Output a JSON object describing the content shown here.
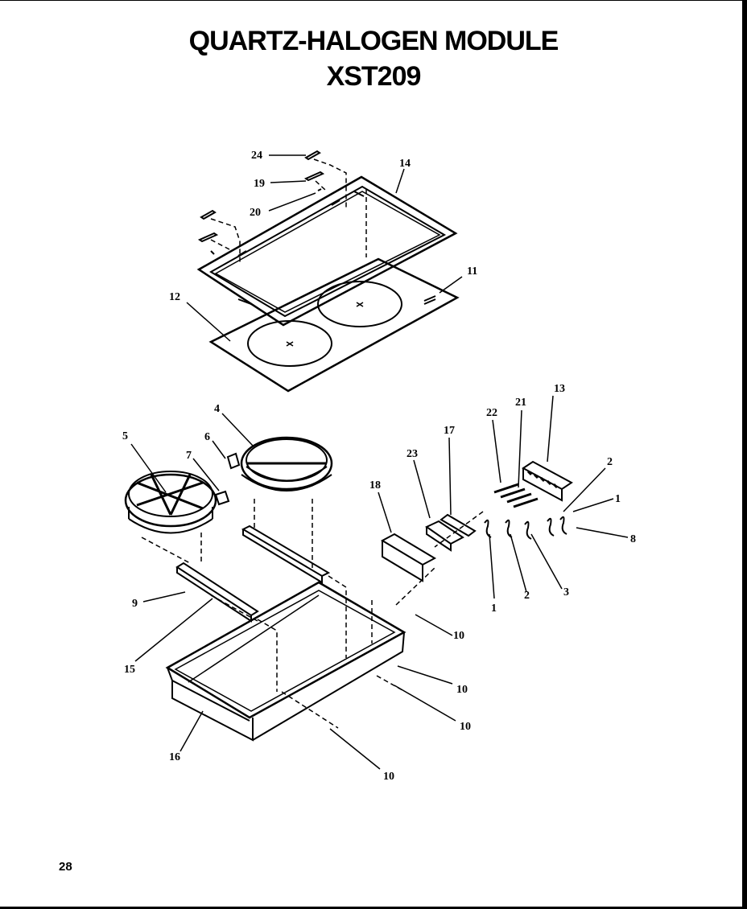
{
  "title": {
    "line1": "QUARTZ-HALOGEN MODULE",
    "line2": "XST209"
  },
  "page_number": "28",
  "callouts": [
    {
      "id": "c24a",
      "text": "24"
    },
    {
      "id": "c19",
      "text": "19"
    },
    {
      "id": "c20",
      "text": "20"
    },
    {
      "id": "c14",
      "text": "14"
    },
    {
      "id": "c11",
      "text": "11"
    },
    {
      "id": "c12",
      "text": "12"
    },
    {
      "id": "c13",
      "text": "13"
    },
    {
      "id": "c21",
      "text": "21"
    },
    {
      "id": "c22",
      "text": "22"
    },
    {
      "id": "c17",
      "text": "17"
    },
    {
      "id": "c23",
      "text": "23"
    },
    {
      "id": "c18",
      "text": "18"
    },
    {
      "id": "c4",
      "text": "4"
    },
    {
      "id": "c6",
      "text": "6"
    },
    {
      "id": "c5",
      "text": "5"
    },
    {
      "id": "c7",
      "text": "7"
    },
    {
      "id": "c2a",
      "text": "2"
    },
    {
      "id": "c1a",
      "text": "1"
    },
    {
      "id": "c8",
      "text": "8"
    },
    {
      "id": "c1b",
      "text": "1"
    },
    {
      "id": "c2b",
      "text": "2"
    },
    {
      "id": "c3",
      "text": "3"
    },
    {
      "id": "c9",
      "text": "9"
    },
    {
      "id": "c15",
      "text": "15"
    },
    {
      "id": "c10a",
      "text": "10"
    },
    {
      "id": "c10b",
      "text": "10"
    },
    {
      "id": "c10c",
      "text": "10"
    },
    {
      "id": "c10d",
      "text": "10"
    },
    {
      "id": "c16",
      "text": "16"
    }
  ]
}
